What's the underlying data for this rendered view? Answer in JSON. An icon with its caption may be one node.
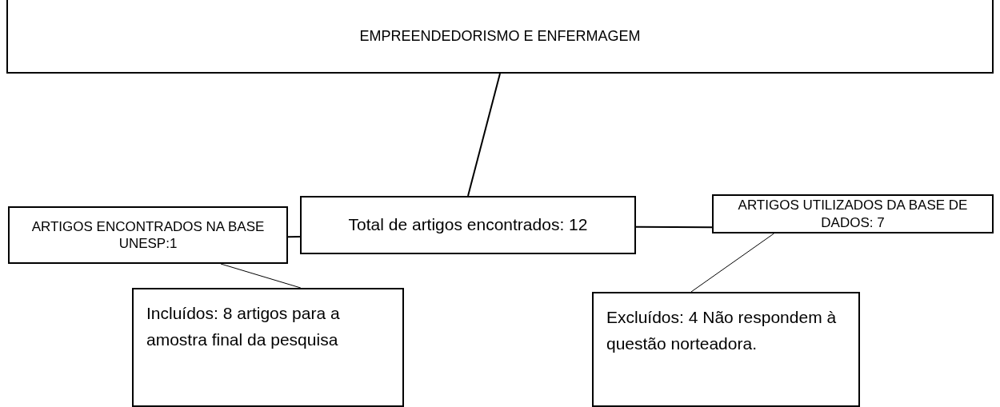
{
  "diagram": {
    "nodes": [
      {
        "text": [
          "EMPREENDEDORISMO E ENFERMAGEM"
        ]
      },
      {
        "text": [
          "ARTIGOS ENCONTRADOS NA BASE UNESP:1"
        ]
      },
      {
        "text": [
          "Total de artigos encontrados: 12"
        ]
      },
      {
        "text": [
          "ARTIGOS UTILIZADOS DA BASE DE DADOS: 7"
        ]
      },
      {
        "text": [
          "Incluídos: 8 artigos para a amostra final da pesquisa"
        ]
      },
      {
        "text": [
          "Excluídos: 4 Não respondem à questão norteadora."
        ]
      }
    ],
    "edges": [
      {
        "from": 0,
        "to": 2,
        "arrow": "none"
      },
      {
        "from": 1,
        "to": 2,
        "arrow": "none"
      },
      {
        "from": 2,
        "to": 3,
        "arrow": "none"
      },
      {
        "from": 1,
        "to": 4,
        "arrow": "none"
      },
      {
        "from": 3,
        "to": 5,
        "arrow": "none"
      }
    ]
  }
}
